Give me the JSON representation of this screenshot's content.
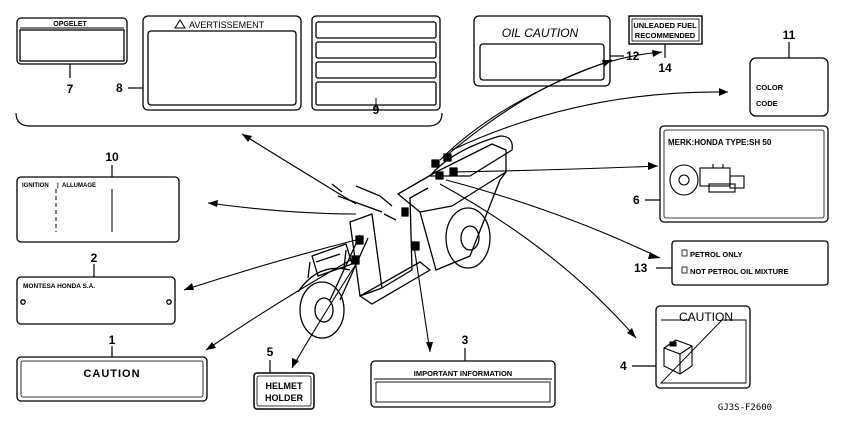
{
  "labels": {
    "opgelet": "OPGELET",
    "avertissement": "AVERTISSEMENT",
    "oil_caution": "OIL CAUTION",
    "unleaded_line1": "UNLEADED FUEL",
    "unleaded_line2": "RECOMMENDED",
    "color": "COLOR",
    "code": "CODE",
    "merk": "MERK:HONDA TYPE:SH 50",
    "ignition": "IGNITION",
    "allumage": "ALLUMAGE",
    "petrol_only": "PETROL ONLY",
    "not_petrol": "NOT PETROL OIL MIXTURE",
    "montesa": "MONTESA HONDA S.A.",
    "caution_box4": "CAUTION",
    "caution_box1": "CAUTION",
    "helmet_line1": "HELMET",
    "helmet_line2": "HOLDER",
    "important_info": "IMPORTANT INFORMATION"
  },
  "callouts": {
    "n1": "1",
    "n2": "2",
    "n3": "3",
    "n4": "4",
    "n5": "5",
    "n6": "6",
    "n7": "7",
    "n8": "8",
    "n9": "9",
    "n10": "10",
    "n11": "11",
    "n12": "12",
    "n13": "13",
    "n14": "14"
  },
  "figure_code": "GJ3S-F2600"
}
